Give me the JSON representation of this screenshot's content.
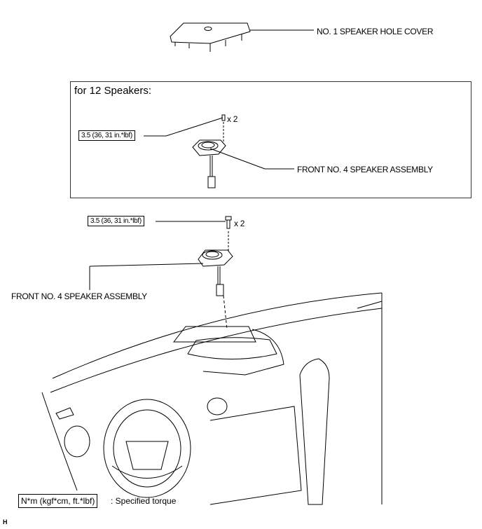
{
  "labels": {
    "hole_cover": "NO. 1 SPEAKER HOLE COVER",
    "speaker_12": "FRONT NO. 4 SPEAKER ASSEMBLY",
    "speaker_main": "FRONT NO. 4 SPEAKER ASSEMBLY"
  },
  "inset": {
    "title": "for 12 Speakers:",
    "torque": "3.5 (36, 31 in.*lbf)",
    "qty": "x 2"
  },
  "main": {
    "torque": "3.5 (36, 31 in.*lbf)",
    "qty": "x 2"
  },
  "legend": {
    "unit": "N*m (kgf*cm, ft.*lbf)",
    "text": ": Specified torque"
  },
  "code": "H"
}
